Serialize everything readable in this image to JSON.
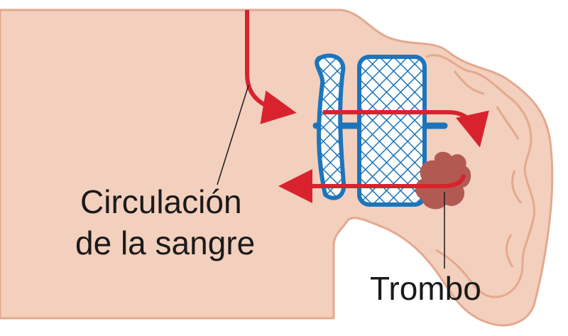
{
  "labels": {
    "circulation_line1": "Circulación",
    "circulation_line2": "de la sangre",
    "thrombus": "Trombo"
  },
  "colors": {
    "tissue_fill": "#f3cfbd",
    "tissue_stroke": "#e3a98e",
    "blood_flow": "#d8232f",
    "occluder_mesh": "#1c75bc",
    "occluder_fill": "#ffffff",
    "thrombus": "#b25a52",
    "leader_line": "#1a1a1a"
  }
}
